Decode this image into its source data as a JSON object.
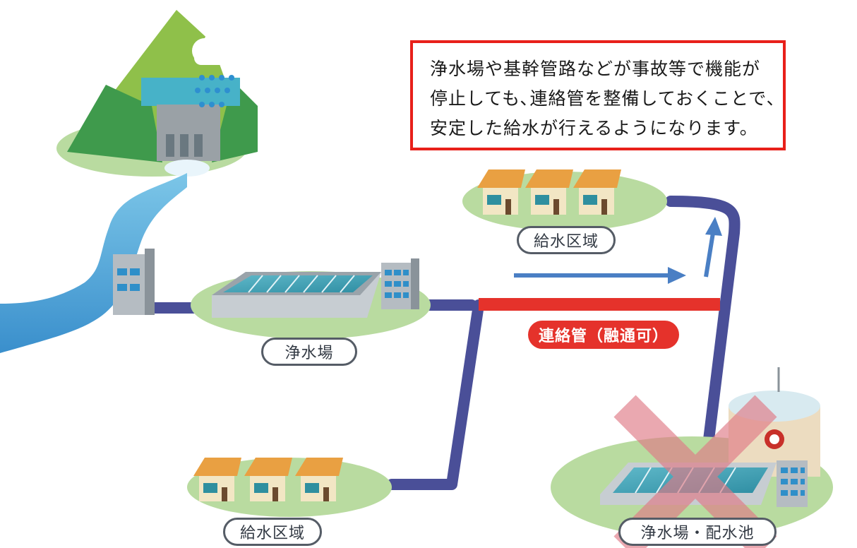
{
  "callout": {
    "lines": [
      "浄水場や基幹管路などが事故等で機能が",
      "停止しても､連絡管を整備しておくことで､",
      "安定した給水が行えるようになります。"
    ]
  },
  "labels": {
    "plant_1": "浄水場",
    "supply_area_top": "給水区域",
    "supply_area_bottom": "給水区域",
    "plant_2": "浄水場・配水池",
    "connection_pipe": "連絡管（融通可）"
  },
  "colors": {
    "pipe": "#4a4f98",
    "connection_pipe": "#e5322b",
    "flow_arrow": "#4a7fc4",
    "failure_cross": "#e07a86",
    "callout_border": "#e8201a"
  },
  "icons": {
    "failure": "x-cross-icon",
    "flow": "arrow-icon"
  }
}
